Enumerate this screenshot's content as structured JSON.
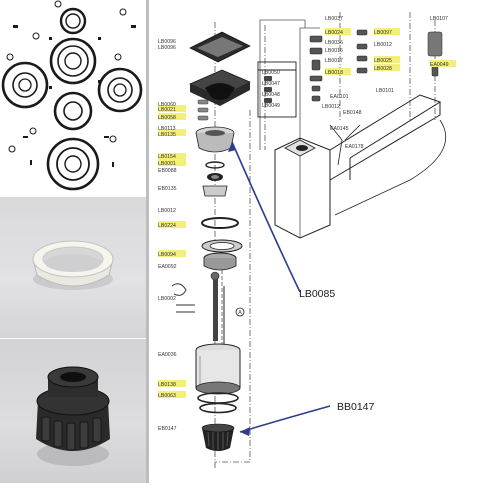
{
  "diagram": {
    "labels": {
      "l1": "LB0096",
      "l2": "LB0096",
      "l3": "LB0060",
      "l4": "LB0021",
      "l5": "LB0058",
      "l6": "LB0113",
      "l7": "LB0135",
      "l8": "LB0154",
      "l9": "LB0001",
      "l10": "EB0088",
      "l11": "EB0135",
      "l12": "LB0012",
      "l13": "LB0224",
      "l14": "LB0094",
      "l15": "EA0092",
      "l16": "LB0002",
      "l17": "EA0036",
      "l18": "LB0138",
      "l19": "LB0063",
      "l20": "EB0147",
      "r1": "LB0037",
      "r2": "LB0024",
      "r3": "LB0036",
      "r4": "LB0016",
      "r5": "LB0017",
      "r6": "LB0018",
      "r7": "LB0097",
      "r8": "LB0012",
      "r9": "LB0025",
      "r10": "LB0028",
      "r11": "LB0050",
      "r12": "LB0047",
      "r13": "LB0048",
      "r14": "LB0049",
      "r15": "LB0107",
      "r16": "EA0049",
      "r17": "LB0101",
      "r18": "EB0148",
      "r19": "EA0101",
      "r20": "LB0012",
      "r21": "EA0145",
      "r22": "EA0178"
    },
    "callouts": {
      "c1": "LB0085",
      "c2": "BB0147"
    },
    "marker": "A"
  }
}
